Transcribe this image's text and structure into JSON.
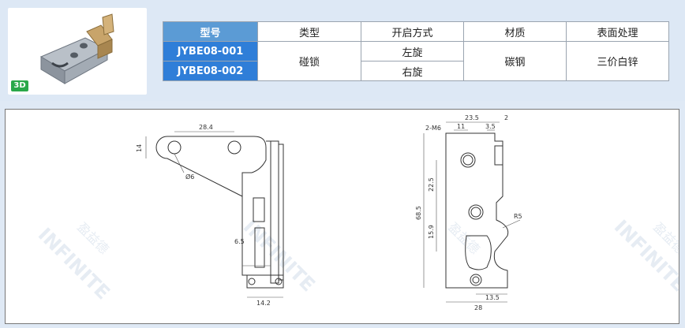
{
  "thumbnail": {
    "badge": "3D"
  },
  "table": {
    "headers": [
      "型号",
      "类型",
      "开启方式",
      "材质",
      "表面处理"
    ],
    "rows": [
      {
        "model": "JYBE08-001",
        "opening": "左旋"
      },
      {
        "model": "JYBE08-002",
        "opening": "右旋"
      }
    ],
    "type": "碰锁",
    "material": "碳钢",
    "finish": "三价白锌"
  },
  "drawing": {
    "dims_left": {
      "width_top": "28.4",
      "height": "14",
      "hole": "Ø6",
      "offset": "6.5",
      "width_bottom": "14.2"
    },
    "dims_right": {
      "width_top": "23.5",
      "gap": "2",
      "hole_label": "2-M6",
      "off_a": "11",
      "off_b": "3.5",
      "h_a": "22.5",
      "h_total": "68.5",
      "h_b": "15.9",
      "radius": "R5",
      "width_bottom": "28",
      "off_c": "13.5"
    }
  },
  "watermark": {
    "brand": "INFINITE",
    "cn": "盈益德"
  },
  "colors": {
    "header": "#5b9bd5",
    "model_cell": "#2f7ed8",
    "band": "#dde8f5"
  }
}
